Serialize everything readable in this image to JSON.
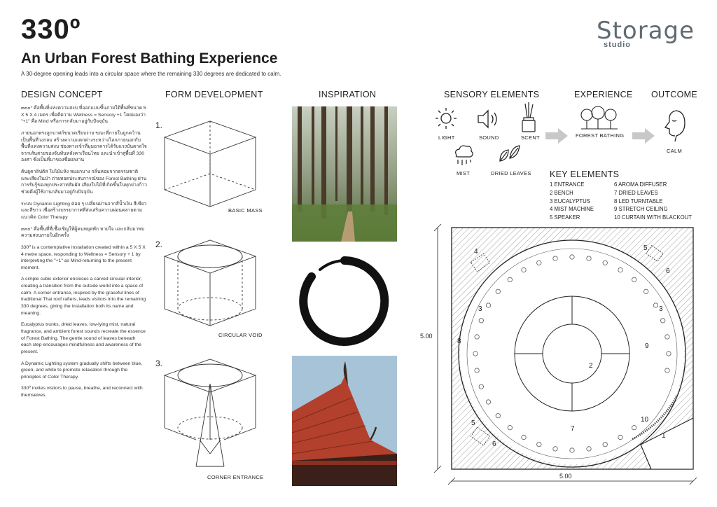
{
  "header": {
    "title": "330º",
    "subtitle": "An Urban Forest Bathing Experience",
    "tagline": "A 30-degree opening leads into a circular space where the remaining 330 degrees are dedicated to calm."
  },
  "logo": {
    "main": "Storage",
    "sub": "studio"
  },
  "sections": {
    "design_concept": "DESIGN CONCEPT",
    "form_development": "FORM DEVELOPMENT",
    "inspiration": "INSPIRATION",
    "sensory_elements": "SENSORY ELEMENTS",
    "experience": "EXPERIENCE",
    "outcome": "OUTCOME",
    "key_elements": "KEY ELEMENTS"
  },
  "design_concept": {
    "thai_paragraphs": [
      "๓๓๐° คือพื้นที่แห่งความสงบ ที่ออกแบบขึ้นภายใต้พื้นที่ขนาด 5 X 5 X 4 เมตร เพื่อตีความ Wellness = Sensory +1 โดยมองว่า \"+1\" คือ Mind หรือการกลับมาอยู่กับปัจจุบัน",
      "ภายนอกทรงลูกบาศก์ขนาดเรียบง่าย ขณะที่ภายในถูกคว้านเป็นพื้นที่วงกลม สร้างความแตกต่างระหว่างโลกภายนอกกับพื้นที่แห่งความสงบ ช่องทางเข้าที่มุมอาคารได้รับแรงบันดาลใจจากเส้นสายของจันทันหลังคาเรือนไทย และนำเข้าสู่พื้นที่ 330 องศา ซึ่งเป็นที่มาของชื่อผลงาน",
      "ต้นยูคาลิปตัส ใบไม้แห้ง หมอกบาง กลิ่นหอมจากธรรมชาติ และเสียงในป่า ถ่ายทอดประสบการณ์ของ Forest Bathing ผ่านการรับรู้ของทุกประสาทสัมผัส เสียงใบไม้ที่เกิดขึ้นในทุกย่างก้าวช่วยดึงผู้ใช้งานกลับมาอยู่กับปัจจุบัน",
      "ระบบ Dynamic Lighting ค่อย ๆ เปลี่ยนผ่านจากสีน้ำเงิน สีเขียว และสีขาว เพื่อสร้างบรรยากาศที่ส่งเสริมความผ่อนคลายตามแนวคิด Color Therapy",
      "๓๓๐° คือพื้นที่ที่เชื้อเชิญให้ผู้คนหยุดพัก หายใจ และกลับมาพบความสงบภายในอีกครั้ง"
    ],
    "en_paragraphs": [
      "330º is a contemplative installation created within a 5 X 5 X 4 metre space, responding to Wellness = Sensory + 1 by interpreting the \"+1\" as Mind-returning to the present moment.",
      "A simple cubic exterior encloses a carved circular interior, creating a transition from the outside world into a space of calm. A corner entrance, inspired by the graceful lines of traditional Thai roof rafters, leads visitors into the remaining 330 degrees, giving the installation both its name and meaning.",
      "Eucalyptus trunks, dried leaves, low-lying mist, natural fragrance, and ambient forest sounds recreate the essence of Forest Bathing. The gentle sound of leaves beneath each step encourages mindfulness and awareness of the present.",
      "A Dynamic Lighting system gradually shifts between blue, green, and white to promote relaxation through the principles of Color Therapy.",
      "330º invites visitors to pause, breathe, and reconnect with themselves."
    ]
  },
  "form_development": {
    "steps": [
      {
        "num": "1.",
        "caption": "BASIC MASS"
      },
      {
        "num": "2.",
        "caption": "CIRCULAR VOID"
      },
      {
        "num": "3.",
        "caption": "CORNER ENTRANCE"
      }
    ]
  },
  "sensory": {
    "light": "LIGHT",
    "sound": "SOUND",
    "scent": "SCENT",
    "mist": "MIST",
    "dried_leaves": "DRIED LEAVES"
  },
  "experience": {
    "label": "FOREST BATHING"
  },
  "outcome": {
    "label": "CALM"
  },
  "key_elements": [
    "1    ENTRANCE",
    "6    AROMA DIFFUSER",
    "2    BENCH",
    "7    DRIED LEAVES",
    "3    EUCALYPTUS",
    "8    LED TURNTABLE",
    "4    MIST MACHINE",
    "9    STRETCH CEILING",
    "5    SPEAKER",
    "10   CURTAIN WITH BLACKOUT"
  ],
  "plan": {
    "dim_width": "5.00",
    "dim_height": "5.00",
    "labels": [
      "1",
      "2",
      "3",
      "3",
      "4",
      "5",
      "6",
      "5",
      "6",
      "7",
      "8",
      "9",
      "10"
    ]
  },
  "colors": {
    "logo": "#5f6b72",
    "arrow": "#c8c8c8",
    "sky": "#a7c3d8",
    "roof": "#b2402c"
  }
}
